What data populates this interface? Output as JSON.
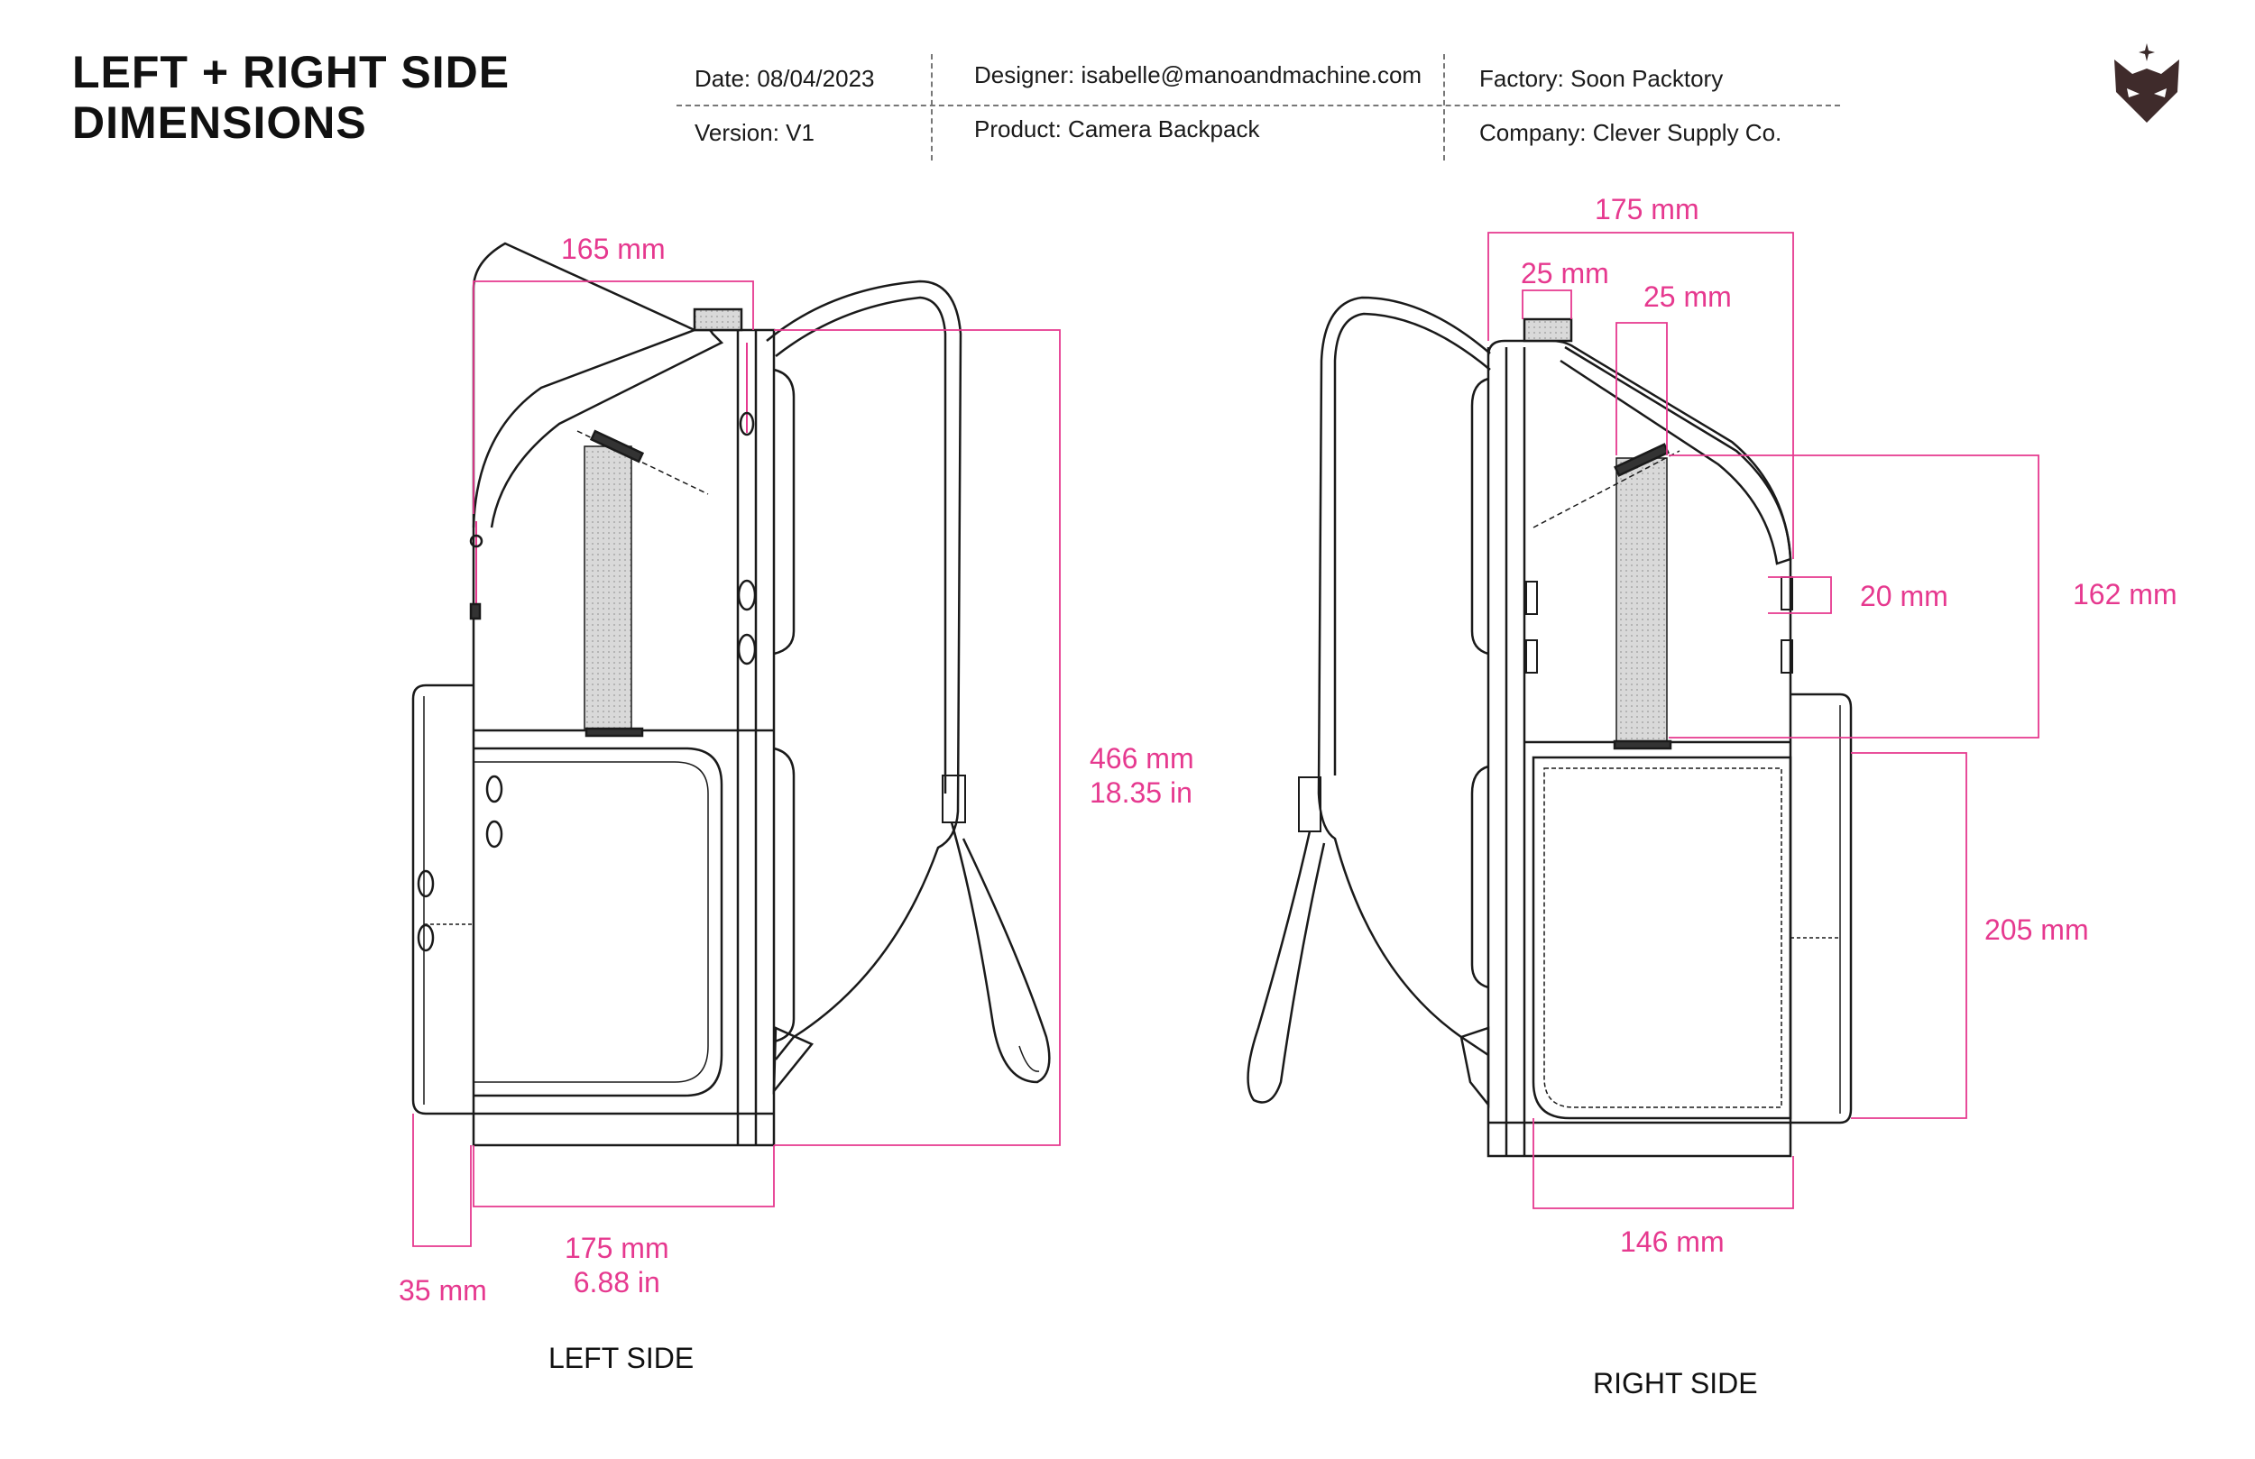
{
  "header": {
    "title_line1": "LEFT + RIGHT SIDE",
    "title_line2": "DIMENSIONS",
    "date": "Date: 08/04/2023",
    "version": "Version: V1",
    "designer": "Designer: isabelle@manoandmachine.com",
    "product": "Product: Camera Backpack",
    "factory": "Factory: Soon Packtory",
    "company": "Company: Clever Supply Co."
  },
  "colors": {
    "dimension": "#e6398f",
    "outline": "#1a1a1a",
    "webbing": "#cfcfcf"
  },
  "logo": {
    "icon": "fox-head-logo-icon"
  },
  "left_side": {
    "caption": "LEFT SIDE",
    "top_depth": "165 mm",
    "height_mm": "466 mm",
    "height_in": "18.35 in",
    "base_mm": "175 mm",
    "base_in": "6.88 in",
    "pocket_depth": "35 mm"
  },
  "right_side": {
    "caption": "RIGHT SIDE",
    "total_depth": "175 mm",
    "handle_width": "25 mm",
    "strap_width": "25 mm",
    "loop_height": "20 mm",
    "strap_height": "162 mm",
    "pocket_height": "205 mm",
    "base_width": "146 mm"
  }
}
